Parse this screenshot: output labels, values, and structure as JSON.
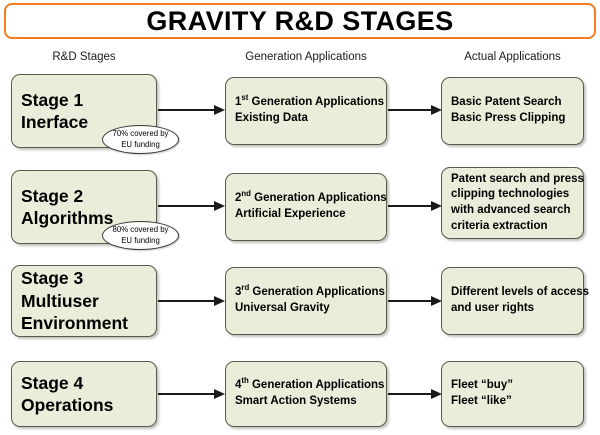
{
  "title": "GRAVITY R&D STAGES",
  "columns": [
    {
      "header": "R&D Stages"
    },
    {
      "header": "Generation Applications"
    },
    {
      "header": "Actual Applications"
    }
  ],
  "rows": [
    {
      "stage": {
        "line1": "Stage 1",
        "line2": "Inerface",
        "line3": ""
      },
      "callout": {
        "line1": "70% covered by",
        "line2": "EU funding"
      },
      "application": {
        "ordinal": "1",
        "ordinal_suffix": "st",
        "line1_rest": " Generation Applications",
        "line2": "Existing Data",
        "line3": "",
        "line4": ""
      },
      "actual": {
        "line1": "Basic Patent Search",
        "line2": "Basic Press Clipping",
        "line3": "",
        "line4": ""
      }
    },
    {
      "stage": {
        "line1": "Stage 2",
        "line2": "Algorithms",
        "line3": ""
      },
      "callout": {
        "line1": "80% covered by",
        "line2": "EU funding"
      },
      "application": {
        "ordinal": "2",
        "ordinal_suffix": "nd",
        "line1_rest": " Generation Applications",
        "line2": "Artificial Experience",
        "line3": "",
        "line4": ""
      },
      "actual": {
        "line1": "Patent search and press",
        "line2": "clipping technologies",
        "line3": "with advanced search",
        "line4": "criteria extraction"
      }
    },
    {
      "stage": {
        "line1": "Stage 3",
        "line2": "Multiuser",
        "line3": "Environment"
      },
      "callout": null,
      "application": {
        "ordinal": "3",
        "ordinal_suffix": "rd",
        "line1_rest": " Generation Applications",
        "line2": "Universal Gravity",
        "line3": "",
        "line4": ""
      },
      "actual": {
        "line1": "Different levels of access",
        "line2": "and user rights",
        "line3": "",
        "line4": ""
      }
    },
    {
      "stage": {
        "line1": "Stage 4",
        "line2": "Operations",
        "line3": ""
      },
      "callout": null,
      "application": {
        "ordinal": "4",
        "ordinal_suffix": "th",
        "line1_rest": " Generation Applications",
        "line2": "Smart Action Systems",
        "line3": "",
        "line4": ""
      },
      "actual": {
        "line1": "Fleet “buy”",
        "line2": "Fleet “like”",
        "line3": "",
        "line4": ""
      }
    }
  ],
  "colors": {
    "title_border": "#f47b20",
    "box_fill": "#e9edd9",
    "box_border": "#5a5a4a",
    "arrow": "#1a1a1a",
    "callout_fill": "#ffffff"
  }
}
